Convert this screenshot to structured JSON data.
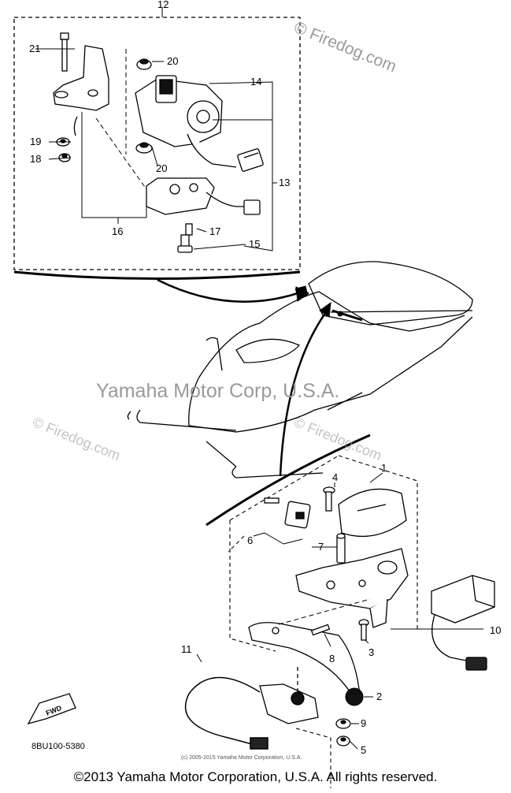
{
  "callouts": [
    "1",
    "2",
    "3",
    "4",
    "5",
    "6",
    "7",
    "8",
    "9",
    "10",
    "11",
    "12",
    "13",
    "14",
    "15",
    "16",
    "17",
    "18",
    "19",
    "20",
    "20",
    "21"
  ],
  "drawing_code": "8BU100-5380",
  "fwd_badge": "FWD",
  "watermarks": {
    "firedog_top": "© Firedog.com",
    "yamaha_center": "Yamaha Motor Corp, U.S.A.",
    "firedog_left": "© Firedog.com",
    "firedog_mid": "© Firedog.com",
    "bottom_small": "(c) 2005-2015 Yamaha Motor Corporation, U.S.A."
  },
  "footer": "©2013 Yamaha Motor Corporation, U.S.A. All rights reserved."
}
